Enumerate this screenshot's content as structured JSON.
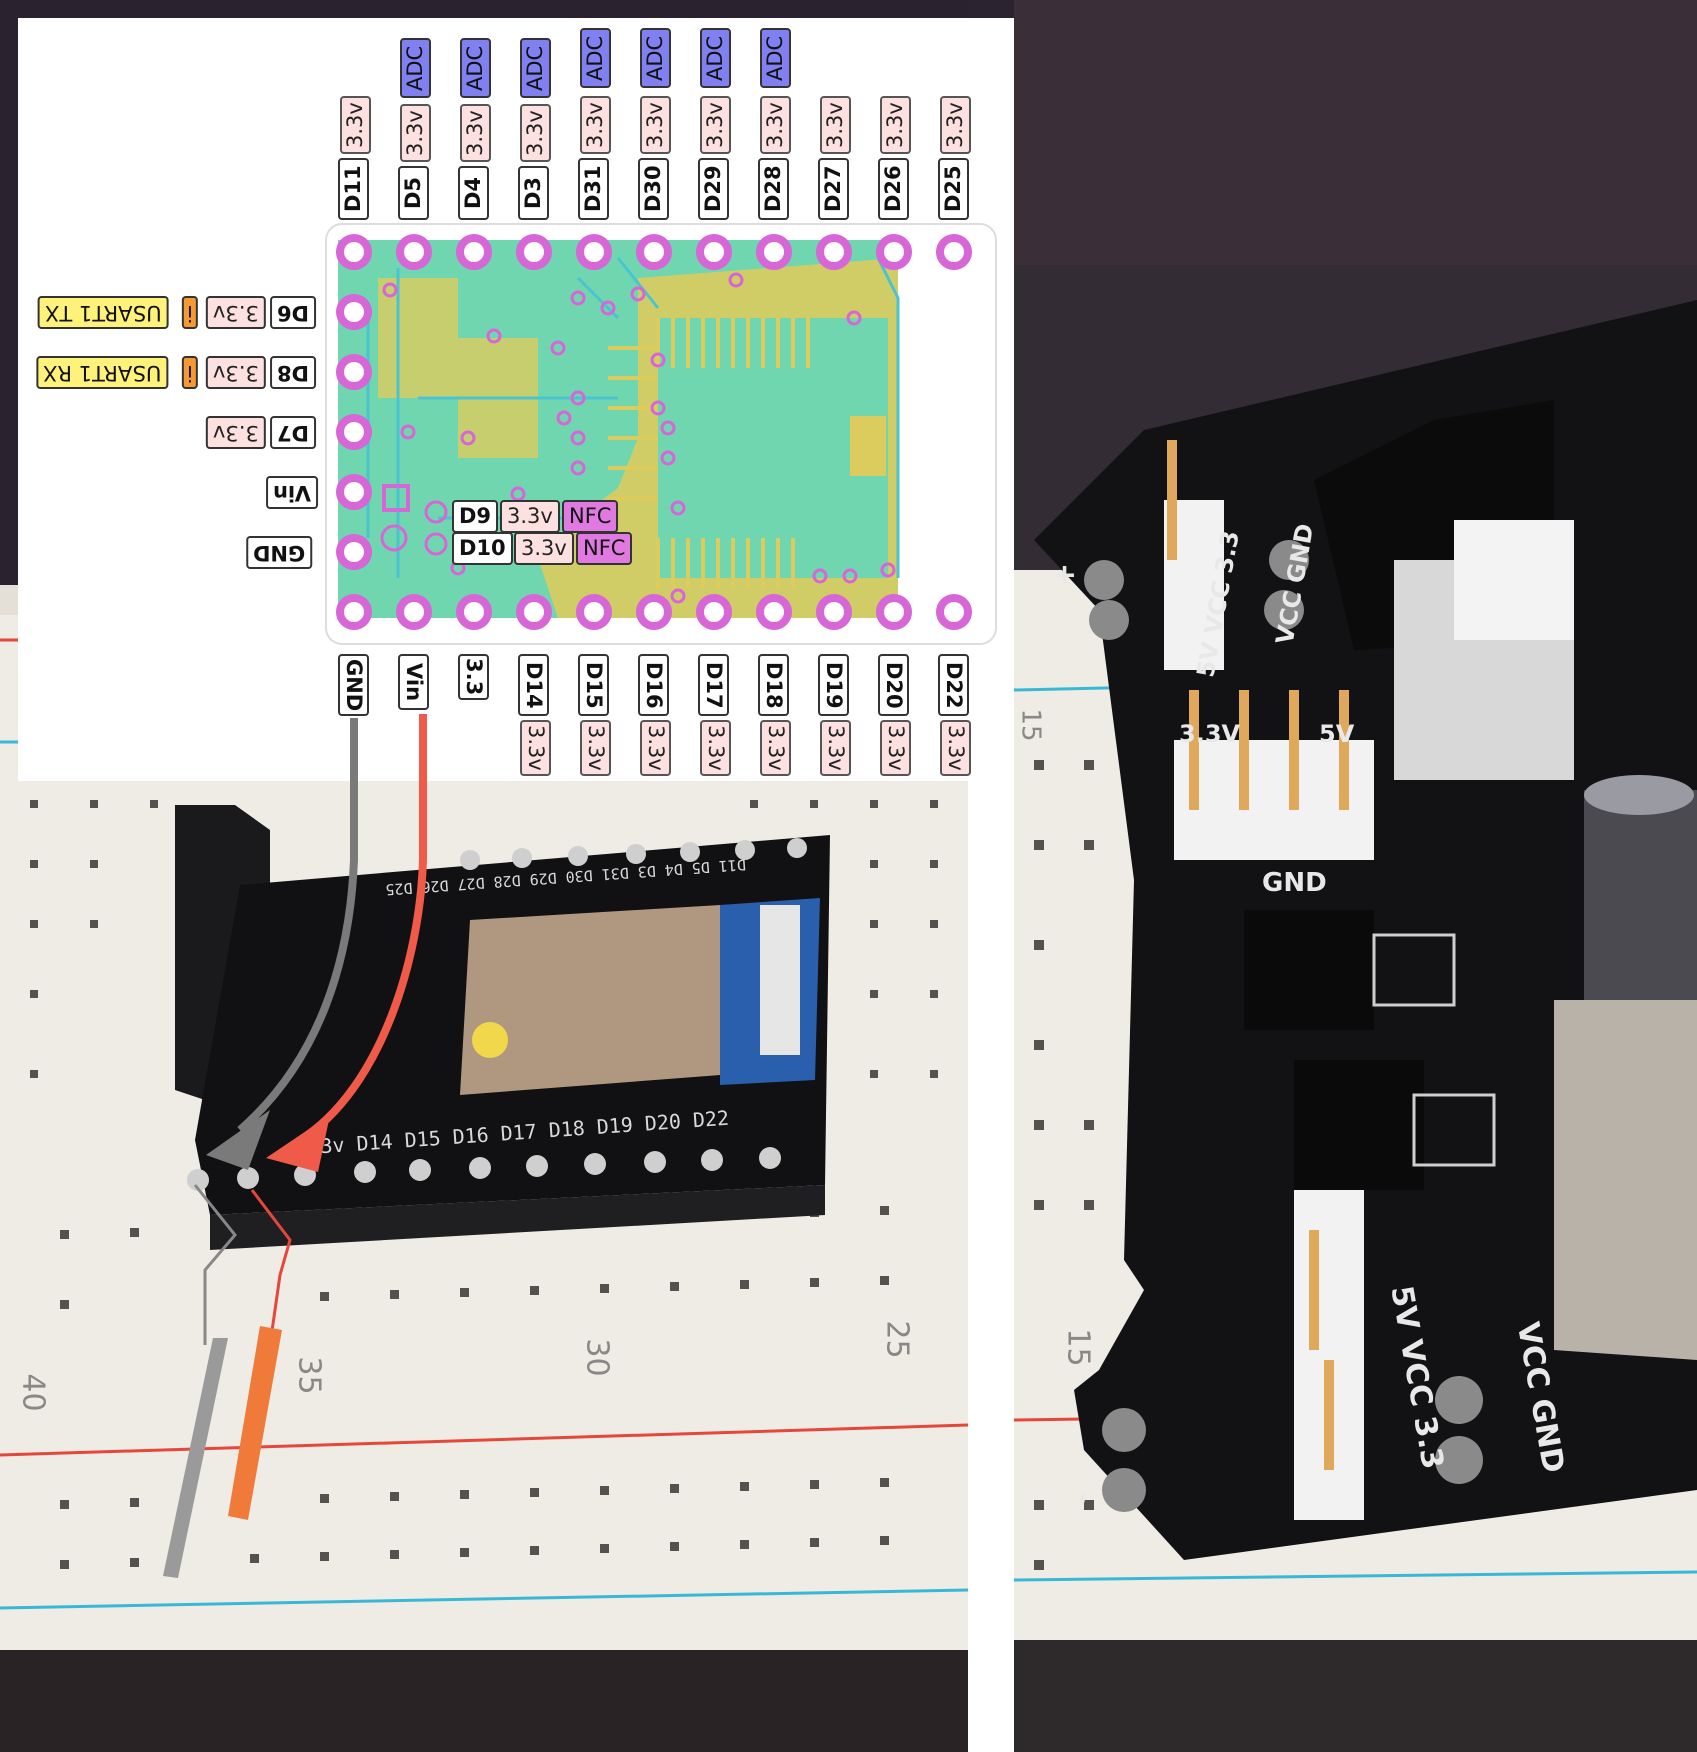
{
  "top_pins": [
    {
      "pin": "D11",
      "voltage": "3.3v",
      "adc": ""
    },
    {
      "pin": "D5",
      "voltage": "3.3v",
      "adc": "ADC"
    },
    {
      "pin": "D4",
      "voltage": "3.3v",
      "adc": "ADC"
    },
    {
      "pin": "D3",
      "voltage": "3.3v",
      "adc": "ADC"
    },
    {
      "pin": "D31",
      "voltage": "3.3v",
      "adc": "ADC"
    },
    {
      "pin": "D30",
      "voltage": "3.3v",
      "adc": "ADC"
    },
    {
      "pin": "D29",
      "voltage": "3.3v",
      "adc": "ADC"
    },
    {
      "pin": "D28",
      "voltage": "3.3v",
      "adc": "ADC"
    },
    {
      "pin": "D27",
      "voltage": "3.3v",
      "adc": ""
    },
    {
      "pin": "D26",
      "voltage": "3.3v",
      "adc": ""
    },
    {
      "pin": "D25",
      "voltage": "3.3v",
      "adc": ""
    }
  ],
  "bottom_pins": [
    {
      "pin": "GND",
      "voltage": ""
    },
    {
      "pin": "Vin",
      "voltage": ""
    },
    {
      "pin": "3.3",
      "voltage": ""
    },
    {
      "pin": "D14",
      "voltage": "3.3v"
    },
    {
      "pin": "D15",
      "voltage": "3.3v"
    },
    {
      "pin": "D16",
      "voltage": "3.3v"
    },
    {
      "pin": "D17",
      "voltage": "3.3v"
    },
    {
      "pin": "D18",
      "voltage": "3.3v"
    },
    {
      "pin": "D19",
      "voltage": "3.3v"
    },
    {
      "pin": "D20",
      "voltage": "3.3v"
    },
    {
      "pin": "D22",
      "voltage": "3.3v"
    }
  ],
  "left_pins": [
    {
      "pin": "D6",
      "voltage": "3.3v",
      "io": "i",
      "usart": "USART1 TX"
    },
    {
      "pin": "D8",
      "voltage": "3.3v",
      "io": "i",
      "usart": "USART1 RX"
    },
    {
      "pin": "D7",
      "voltage": "3.3v",
      "io": "",
      "usart": ""
    },
    {
      "pin": "Vin",
      "voltage": "",
      "io": "",
      "usart": ""
    },
    {
      "pin": "GND",
      "voltage": "",
      "io": "",
      "usart": ""
    }
  ],
  "nfc_pins": [
    {
      "pin": "D9",
      "voltage": "3.3v",
      "func": "NFC"
    },
    {
      "pin": "D10",
      "voltage": "3.3v",
      "func": "NFC"
    }
  ],
  "silkscreen": {
    "top_row": "D11 D5 D4 D3 D31 D30 D29 D28 D27 D26 D25",
    "bottom_row": "3v D14 D15 D16 D17 D18 D19 D20 D22",
    "power_module_labels": [
      "VCC GND",
      "5V VCC 3.3",
      "3.3V",
      "5V",
      "GND",
      "+",
      "-"
    ]
  },
  "breadboard_numbers": [
    "40",
    "35",
    "30",
    "25",
    "15",
    "15"
  ],
  "colors": {
    "pcb": "#6fd6b0",
    "pad": "#d766d6",
    "copper": "#dccc5e",
    "gnd_wire": "#7a7a7a",
    "vin_wire": "#f05a48",
    "label_volt": "#fde0e0",
    "label_adc": "#8080f0",
    "label_usart": "#fff27a",
    "label_nfc": "#e07ae0"
  }
}
